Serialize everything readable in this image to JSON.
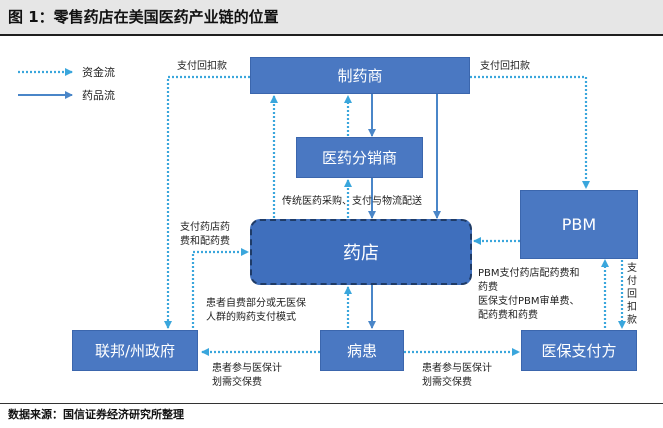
{
  "title": "图 1：零售药店在美国医药产业链的位置",
  "legend": {
    "money_flow": "资金流",
    "drug_flow": "药品流"
  },
  "nodes": {
    "manufacturer": "制药商",
    "distributor": "医药分销商",
    "pbm": "PBM",
    "pharmacy": "药店",
    "government": "联邦/州政府",
    "patient": "病患",
    "insurer": "医保支付方"
  },
  "edge_labels": {
    "payback_left": "支付回扣款",
    "payback_right": "支付回扣款",
    "traditional": "传统医药采购、支付与物流配送",
    "store_fee_1": "支付药店药",
    "store_fee_2": "费和配药费",
    "pbm_pay_1": "PBM支付药店配药费和",
    "pbm_pay_2": "药费",
    "pbm_pay_3": "医保支付PBM审单费、",
    "pbm_pay_4": "配药费和药费",
    "selfpay_1": "患者自费部分或无医保",
    "selfpay_2": "人群的购药支付模式",
    "gov_pay_1": "患者参与医保计",
    "gov_pay_2": "划需交保费",
    "ins_pay_1": "患者参与医保计",
    "ins_pay_2": "划需交保费",
    "rebate_v": [
      "支",
      "付",
      "回",
      "扣",
      "款"
    ]
  },
  "footer": "数据来源：国信证券经济研究所整理",
  "colors": {
    "box": "#4a78c2",
    "line": "#4a86c8",
    "dotted": "#3aa6dc"
  }
}
